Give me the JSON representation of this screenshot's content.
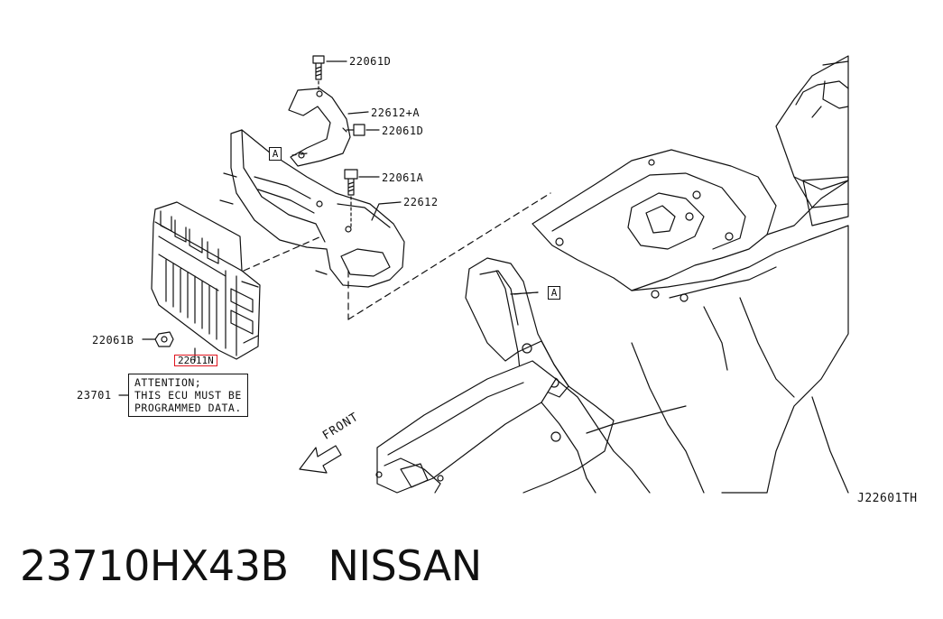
{
  "labels": {
    "bolt_top": "22061D",
    "bracket_upper": "22612+A",
    "bolt_mid": "22061D",
    "bolt_a": "22061A",
    "bracket": "22612",
    "nut_b": "22061B",
    "ecu_part": "22611N",
    "sticker_part": "23701",
    "ref_a": "A",
    "ref_a2": "A",
    "drawing_id": "J22601TH",
    "front": "FRONT"
  },
  "attention": {
    "line1": "ATTENTION;",
    "line2": "THIS ECU MUST BE",
    "line3": "PROGRAMMED DATA."
  },
  "caption": {
    "part_number": "23710HX43B",
    "brand": "NISSAN"
  },
  "colors": {
    "highlight": "#e0141e",
    "ink": "#111111"
  }
}
